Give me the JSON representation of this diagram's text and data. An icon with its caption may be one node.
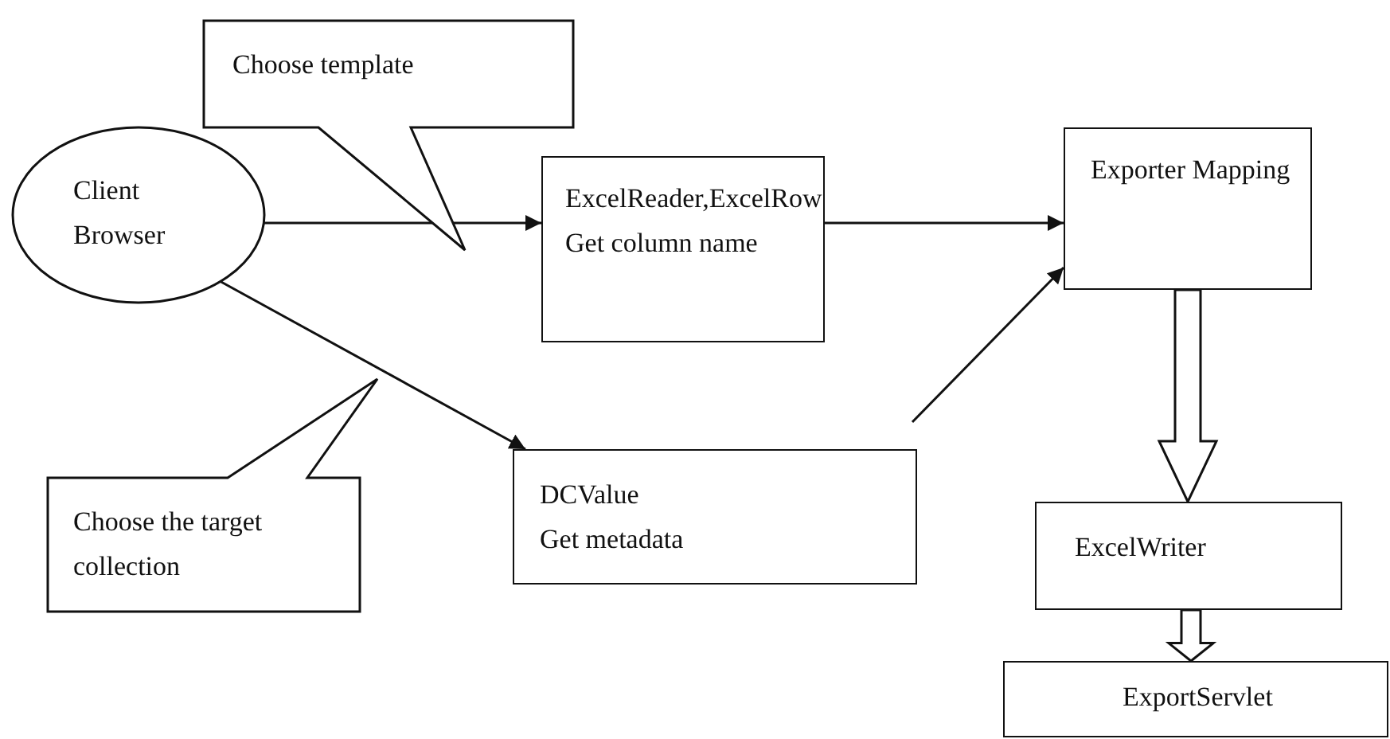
{
  "diagram": {
    "nodes": [
      {
        "text": [
          "Client Browser"
        ]
      },
      {
        "text": [
          "Choose template"
        ]
      },
      {
        "text": [
          "ExcelReader,ExcelRow",
          "Get column name"
        ]
      },
      {
        "text": [
          "Exporter Mapping"
        ]
      },
      {
        "text": [
          "Choose the target collection"
        ]
      },
      {
        "text": [
          "DCValue",
          "Get metadata"
        ]
      },
      {
        "text": [
          "ExcelWriter"
        ]
      },
      {
        "text": [
          "ExportServlet"
        ]
      }
    ],
    "edges": [
      {
        "from": 0,
        "to": 2,
        "arrow": "to"
      },
      {
        "from": 0,
        "to": 5,
        "arrow": "to"
      },
      {
        "from": 2,
        "to": 3,
        "arrow": "to"
      },
      {
        "from": 5,
        "to": 3,
        "arrow": "to"
      },
      {
        "from": 3,
        "to": 6,
        "arrow": "to",
        "style": "thick"
      },
      {
        "from": 6,
        "to": 7,
        "arrow": "to",
        "style": "thick"
      }
    ]
  }
}
